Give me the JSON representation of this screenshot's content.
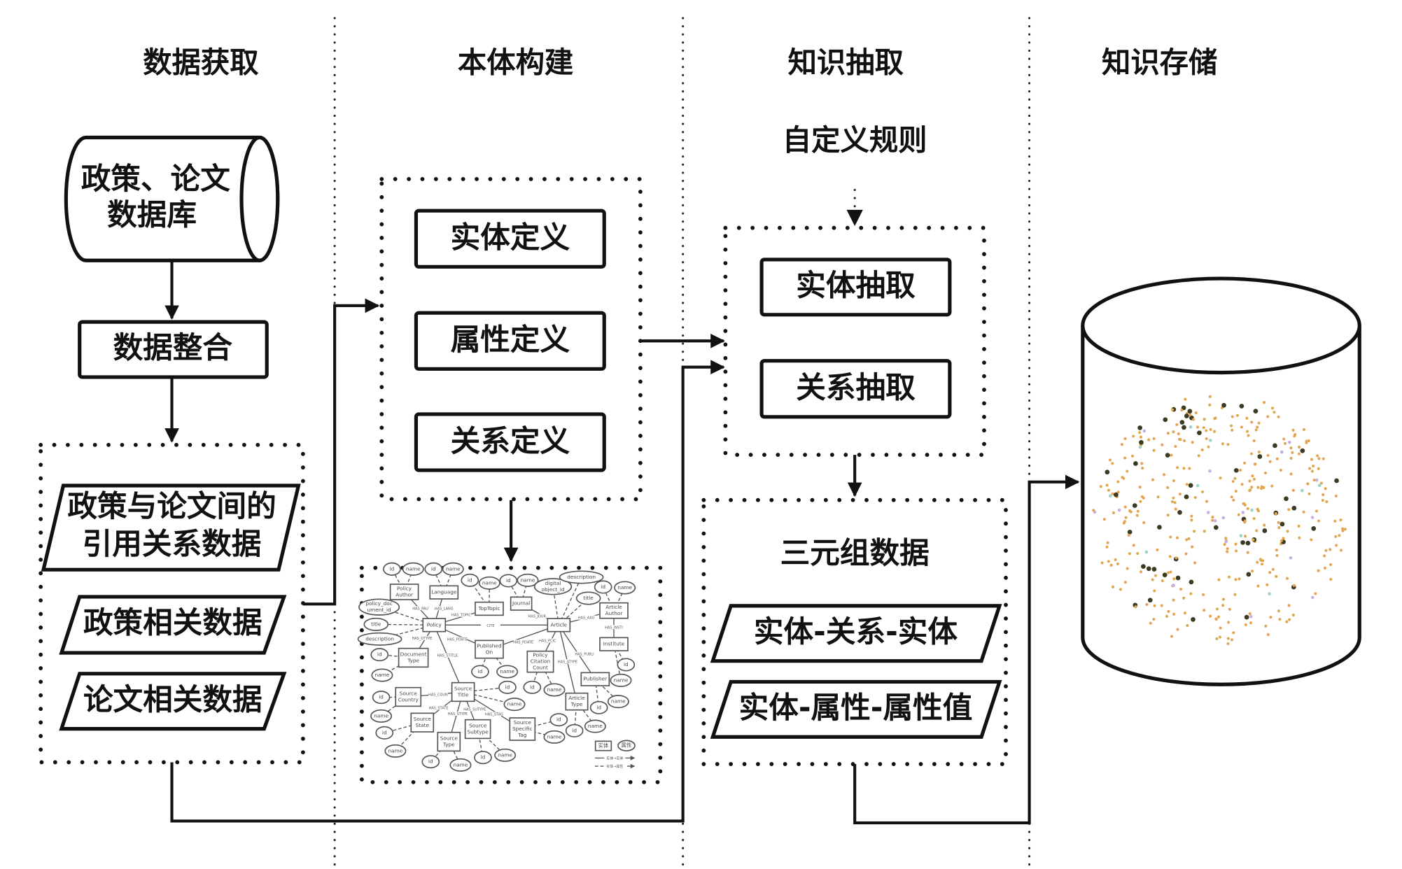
{
  "columns": {
    "acquisition": "数据获取",
    "ontology": "本体构建",
    "extraction": "知识抽取",
    "storage": "知识存储"
  },
  "acquisition": {
    "database_line1": "政策、论文",
    "database_line2": "数据库",
    "integrate": "数据整合",
    "citation_line1": "政策与论文间的",
    "citation_line2": "引用关系数据",
    "policy_data": "政策相关数据",
    "paper_data": "论文相关数据"
  },
  "ontology": {
    "entity_def": "实体定义",
    "attr_def": "属性定义",
    "relation_def": "关系定义"
  },
  "extraction": {
    "custom_rules": "自定义规则",
    "entity_extract": "实体抽取",
    "relation_extract": "关系抽取",
    "triples": "三元组数据",
    "triple_erd": "实体-关系-实体",
    "triple_eav": "实体-属性-属性值"
  },
  "er_diagram": {
    "entities": [
      "Policy\nAuthor",
      "Language",
      "TopTopic",
      "Journal",
      "Policy",
      "Article",
      "Article\nAuthor",
      "Institute",
      "Document\nType",
      "Published\nOn",
      "Policy\nCitation\nCount",
      "Publisher",
      "Source\nTitle",
      "Source\nCountry",
      "Source\nState",
      "Source\nType",
      "Source\nSubtype",
      "Source\nSpecific\nTag",
      "Article\nType"
    ],
    "relations": [
      "HAS_PAU",
      "HAS_LANG",
      "HAS_TOPIC",
      "CITE",
      "HAS_JOUR",
      "HAS_AAU",
      "HAS_INSTI",
      "HAS_DTYPE",
      "HAS_PDATE",
      "HAS_PDATE",
      "HAS_PCIC",
      "HAS_PUBLI",
      "HAS_ATYPE",
      "HAS_STITLE",
      "HAS_COUN",
      "HAS_STATE",
      "HAS_STYPE",
      "HAS_SUTYPE",
      "HAS_STAG"
    ],
    "attributes": [
      "id",
      "name",
      "id",
      "name",
      "id",
      "name",
      "id",
      "name",
      "digital\nobject_id",
      "description",
      "title",
      "id",
      "name",
      "policy_doc\nument_id",
      "title",
      "description",
      "id",
      "name",
      "id",
      "name",
      "id",
      "name",
      "id",
      "name",
      "id",
      "name",
      "id",
      "name",
      "id",
      "name",
      "id",
      "name",
      "id",
      "name",
      "id",
      "name",
      "id",
      "name",
      "id",
      "name"
    ],
    "legend": {
      "entity": "实体",
      "attribute": "属性",
      "entity_entity": "实体→实体",
      "entity_attribute": "实体→属性"
    }
  },
  "graph_colors": {
    "entity_dot": "#e2a650",
    "hub_dot": "#3d3a22",
    "accent_dot_1": "#c9aee6",
    "accent_dot_2": "#9cd3c8"
  }
}
